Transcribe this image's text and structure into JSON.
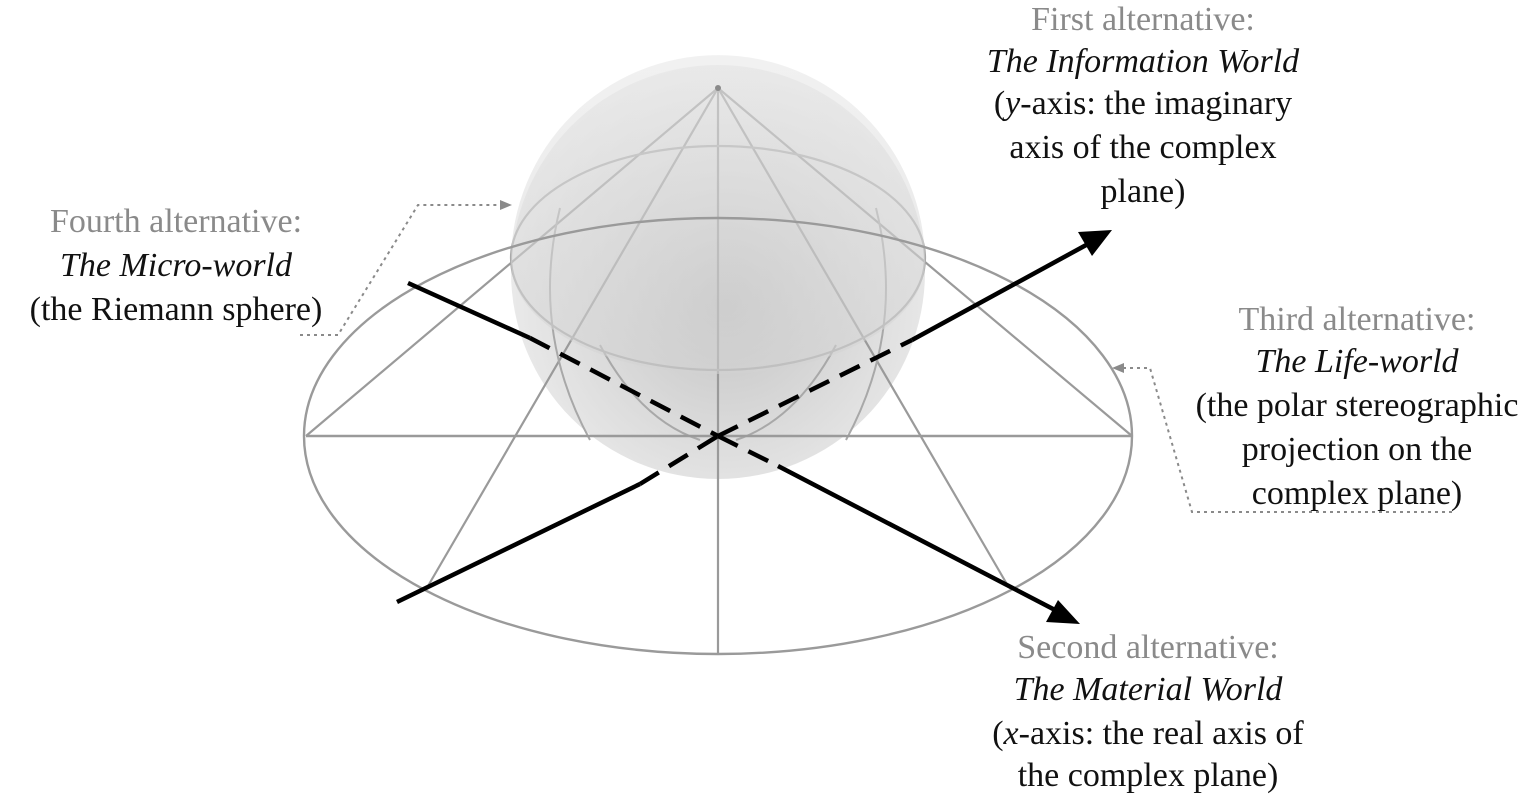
{
  "labels": {
    "first": {
      "heading": "First alternative:",
      "title": "The Information World",
      "desc_line1_var": "y",
      "desc_line1_rest": "-axis: the imaginary",
      "desc_line2": "axis of the complex",
      "desc_line3": "plane)"
    },
    "fourth": {
      "heading": "Fourth alternative:",
      "title": "The Micro-world",
      "desc": "(the Riemann sphere)"
    },
    "third": {
      "heading": "Third alternative:",
      "title": "The Life-world",
      "desc_line1": "(the polar stereographic",
      "desc_line2": "projection on the",
      "desc_line3": "complex plane)"
    },
    "second": {
      "heading": "Second alternative:",
      "title": "The Material World",
      "desc_line1_var": "x",
      "desc_line1_rest": "-axis: the real axis of",
      "desc_line2": "the complex plane)"
    }
  },
  "colors": {
    "axis": "#000000",
    "wireframe": "#9a9a9a",
    "heading": "#8a8a8a",
    "text": "#111111"
  }
}
